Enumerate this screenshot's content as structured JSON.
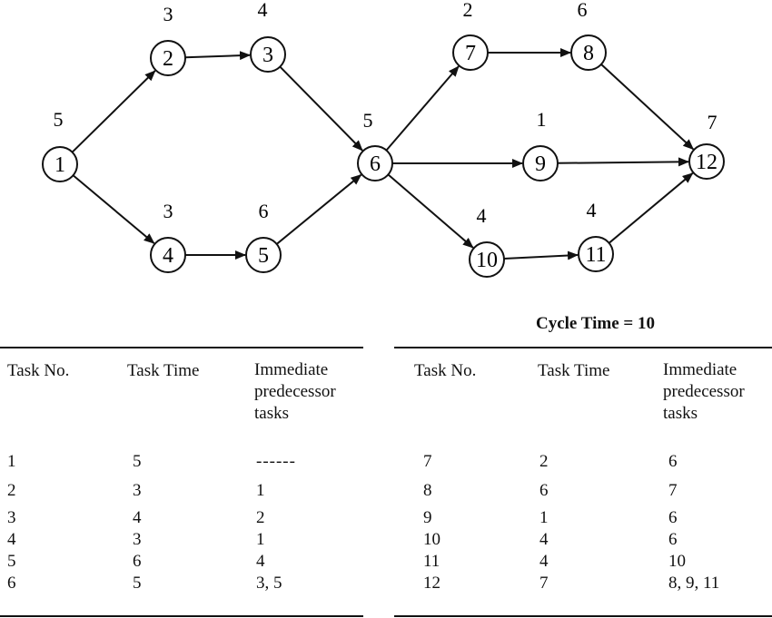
{
  "diagram": {
    "nodes": [
      {
        "id": "1",
        "time": "5"
      },
      {
        "id": "2",
        "time": "3"
      },
      {
        "id": "3",
        "time": "4"
      },
      {
        "id": "4",
        "time": "3"
      },
      {
        "id": "5",
        "time": "6"
      },
      {
        "id": "6",
        "time": "5"
      },
      {
        "id": "7",
        "time": "2"
      },
      {
        "id": "8",
        "time": "6"
      },
      {
        "id": "9",
        "time": "1"
      },
      {
        "id": "10",
        "time": "4"
      },
      {
        "id": "11",
        "time": "4"
      },
      {
        "id": "12",
        "time": "7"
      }
    ],
    "edges": [
      [
        "1",
        "2"
      ],
      [
        "2",
        "3"
      ],
      [
        "3",
        "6"
      ],
      [
        "1",
        "4"
      ],
      [
        "4",
        "5"
      ],
      [
        "5",
        "6"
      ],
      [
        "6",
        "7"
      ],
      [
        "7",
        "8"
      ],
      [
        "8",
        "12"
      ],
      [
        "6",
        "9"
      ],
      [
        "9",
        "12"
      ],
      [
        "6",
        "10"
      ],
      [
        "10",
        "11"
      ],
      [
        "11",
        "12"
      ]
    ]
  },
  "cycle_time": "Cycle Time = 10",
  "tables": {
    "headers": [
      "Task No.",
      "Task Time",
      "Immediate predecessor tasks"
    ],
    "left_rows": [
      [
        "1",
        "5",
        "------"
      ],
      [
        "2",
        "3",
        "1"
      ],
      [
        "3",
        "4",
        "2"
      ],
      [
        "4",
        "3",
        "1"
      ],
      [
        "5",
        "6",
        "4"
      ],
      [
        "6",
        "5",
        "3, 5"
      ]
    ],
    "right_rows": [
      [
        "7",
        "2",
        "6"
      ],
      [
        "8",
        "6",
        "7"
      ],
      [
        "9",
        "1",
        "6"
      ],
      [
        "10",
        "4",
        "6"
      ],
      [
        "11",
        "4",
        "10"
      ],
      [
        "12",
        "7",
        "8, 9, 11"
      ]
    ]
  }
}
